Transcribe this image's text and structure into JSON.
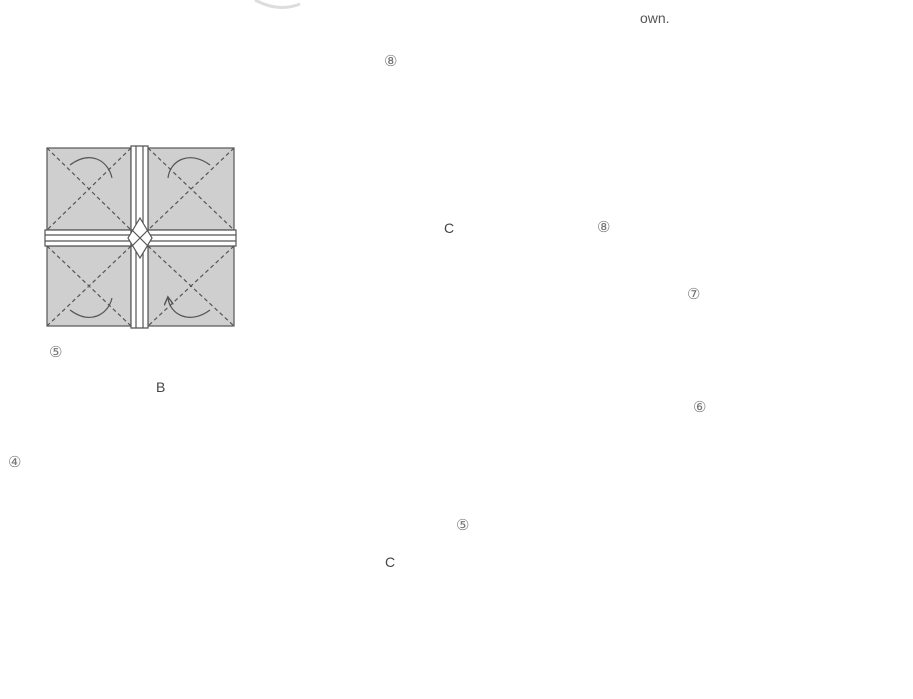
{
  "diagram": {
    "top_note": "own.",
    "steps": {
      "step4": "④",
      "step5_left": "⑤",
      "step5_bottom": "⑤",
      "step6": "⑥",
      "step7": "⑦",
      "step8_top": "⑧",
      "step8_right": "⑧"
    },
    "arrows": {
      "arrow_b": "B",
      "arrow_c": "C",
      "label_c_step8": "C"
    },
    "colors": {
      "paper_gray": "#cfcfcf",
      "paper_white": "#ffffff",
      "line": "#555555"
    }
  }
}
